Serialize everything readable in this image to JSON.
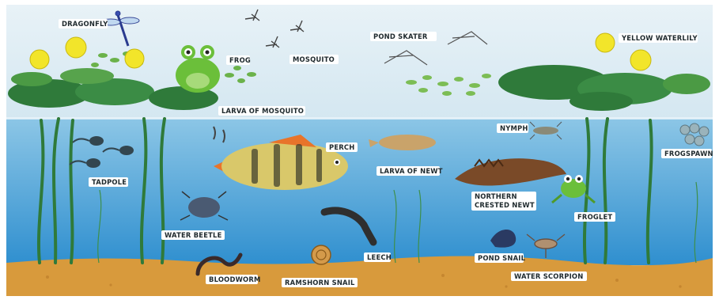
{
  "labels": {
    "dragonfly": "DRAGONFLY",
    "frog": "FROG",
    "mosquito": "MOSQUITO",
    "pond_skater": "POND SKATER",
    "yellow_waterlily": "YELLOW WATERLILY",
    "larva_of_mosquito": "LARVA OF MOSQUITO",
    "perch": "PERCH",
    "tadpole": "TADPOLE",
    "nymph": "NYMPH",
    "frogspawn": "FROGSPAWN",
    "larva_of_newt": "LARVA OF NEWT",
    "northern_crested_newt_line1": "NORTHERN",
    "northern_crested_newt_line2": "CRESTED NEWT",
    "froglet": "FROGLET",
    "water_beetle": "WATER BEETLE",
    "leech": "LEECH",
    "pond_snail": "POND SNAIL",
    "bloodworm": "BLOODWORM",
    "ramshorn_snail": "RAMSHORN SNAIL",
    "water_scorpion": "WATER SCORPION"
  },
  "colors": {
    "sky": "#dcebf3",
    "water_top": "#8cc6e6",
    "water_bottom": "#2f8fcf",
    "mud": "#d89a3c",
    "lily_pad": "#2f7a3a",
    "lily_flower": "#f2e52a",
    "frog": "#6bbf3a",
    "perch_body": "#d9c86a",
    "perch_fin": "#e8742a",
    "newt": "#7a4a28",
    "plant": "#2f7a3a",
    "label_bg": "#ffffff",
    "label_text": "#1f2a2e"
  }
}
